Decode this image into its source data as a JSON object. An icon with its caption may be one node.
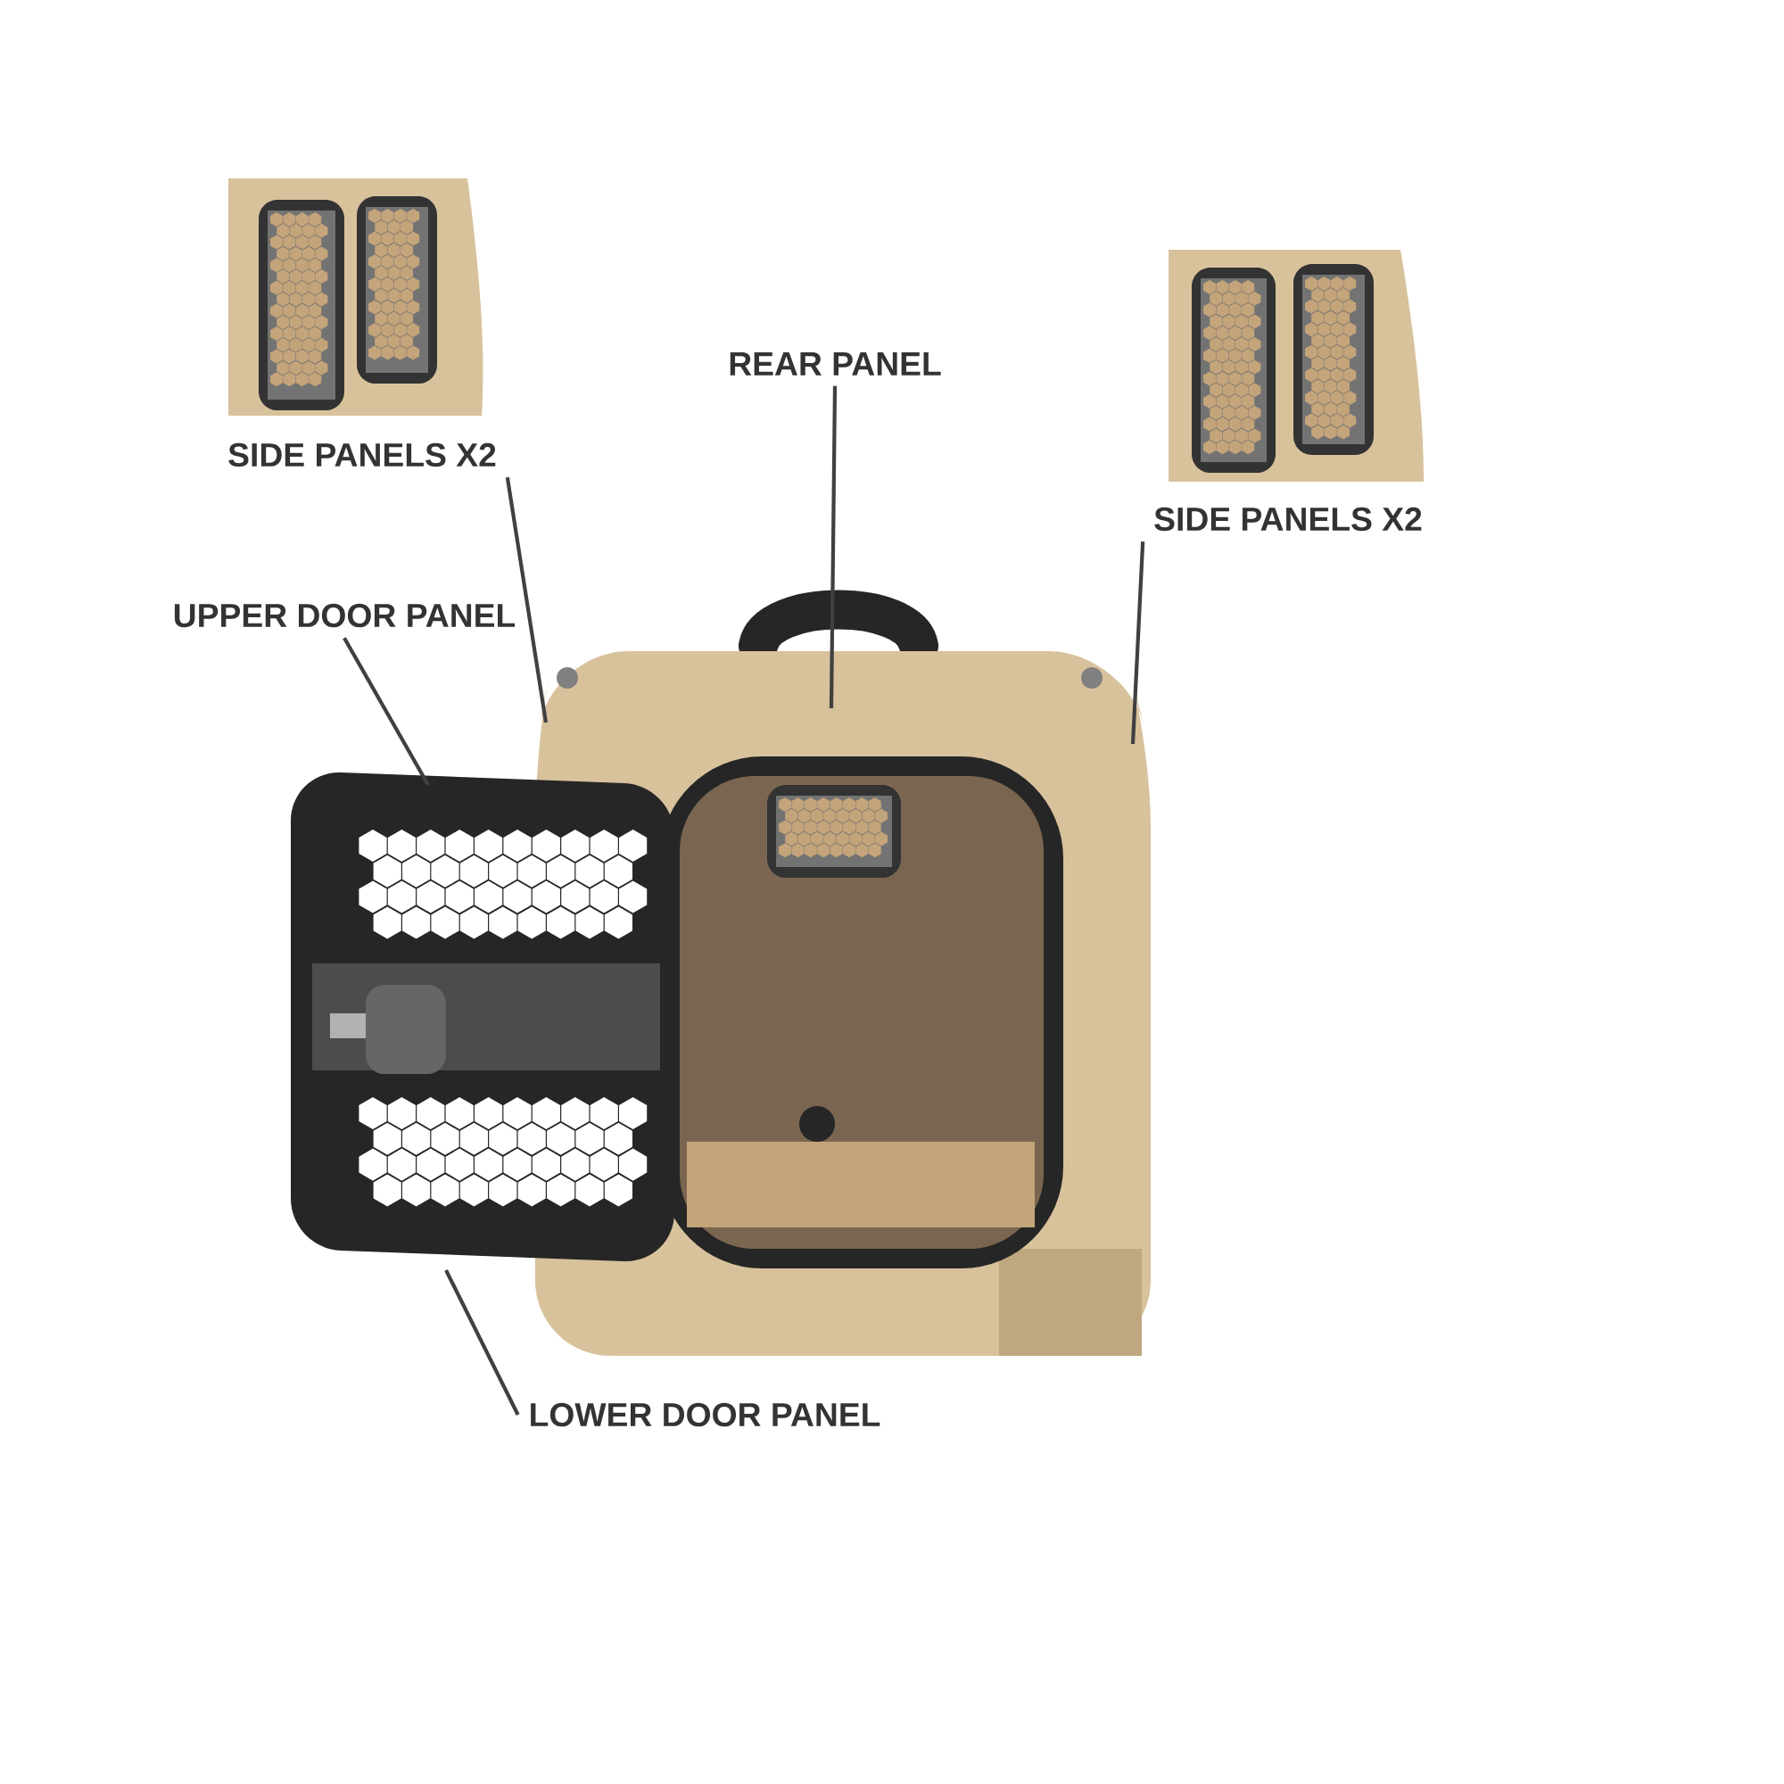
{
  "diagram": {
    "nodes": [
      {
        "text": [
          "SIDE PANELS X2"
        ]
      },
      {
        "text": [
          "UPPER DOOR PANEL"
        ]
      },
      {
        "text": [
          "REAR PANEL"
        ]
      },
      {
        "text": [
          "SIDE PANELS X2"
        ]
      },
      {
        "text": [
          "LOWER DOOR PANEL"
        ]
      }
    ],
    "edges": [
      {
        "from": 0,
        "to": null,
        "arrow": "none"
      },
      {
        "from": 1,
        "to": null,
        "arrow": "none"
      },
      {
        "from": 2,
        "to": null,
        "arrow": "none"
      },
      {
        "from": 3,
        "to": null,
        "arrow": "none"
      },
      {
        "from": 4,
        "to": null,
        "arrow": "none"
      }
    ]
  }
}
